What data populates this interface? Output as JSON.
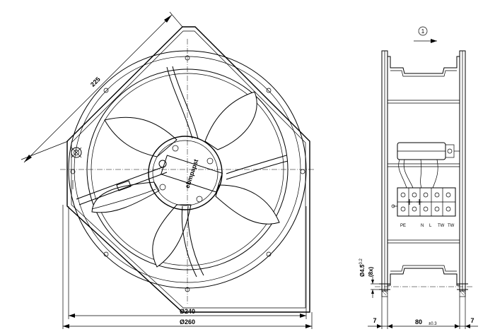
{
  "dimensions": {
    "diag_225": "225",
    "dia_240": "Ø240",
    "dia_260": "Ø260",
    "hole_dia": "Ø4.5",
    "hole_tol": "+0.2",
    "hole_count": "(8x)",
    "flange_left": "7",
    "flange_right": "7",
    "depth": "80",
    "depth_tol": "±0.3"
  },
  "flow_marker": "1",
  "brand_label": "ebmpapst",
  "terminal_labels": [
    "PE",
    "N",
    "L",
    "TW",
    "TW"
  ]
}
